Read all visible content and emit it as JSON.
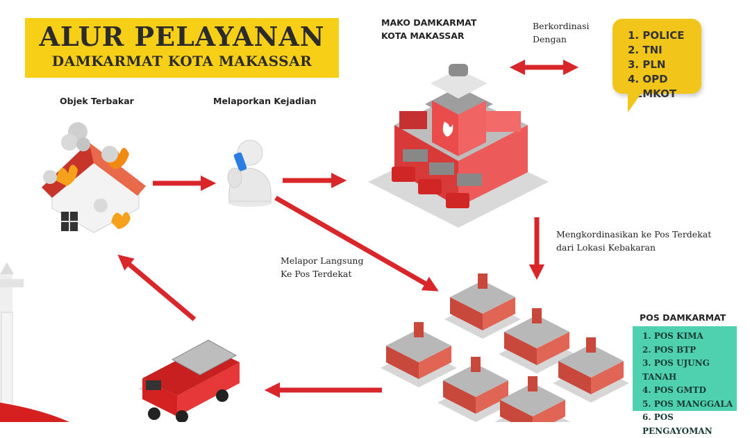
{
  "title": {
    "main": "ALUR PELAYANAN",
    "sub": "DAMKARMAT KOTA MAKASSAR"
  },
  "labels": {
    "objek": "Objek Terbakar",
    "melaporkan": "Melaporkan Kejadian",
    "mako_line1": "MAKO DAMKARMAT",
    "mako_line2": "KOTA MAKASSAR",
    "berkoordinasi_line1": "Berkordinasi",
    "berkoordinasi_line2": "Dengan",
    "mengkoordinasikan_line1": "Mengkordinasikan  ke Pos Terdekat",
    "mengkoordinasikan_line2": "dari Lokasi Kebakaran",
    "melapor_langsung_line1": "Melapor Langsung",
    "melapor_langsung_line2": "Ke Pos Terdekat"
  },
  "coordination": {
    "items": [
      "1. POLICE",
      "2. TNI",
      "3. PLN",
      "4. OPD PEMKOT"
    ]
  },
  "pos": {
    "title": "POS DAMKARMAT",
    "items": [
      "1. POS KIMA",
      "2. POS BTP",
      "3. POS UJUNG TANAH",
      "4. POS GMTD",
      "5. POS MANGGALA",
      "6. POS PENGAYOMAN"
    ]
  },
  "icons": {
    "house": "burning-house-icon",
    "caller": "phone-caller-icon",
    "station": "fire-station-icon",
    "posts": "fire-post-icon",
    "truck": "fire-truck-icon",
    "monument": "monument-icon"
  },
  "colors": {
    "accent_yellow": "#f7cf17",
    "arrow_red": "#d8262a",
    "pos_teal": "#4fd1b0"
  }
}
